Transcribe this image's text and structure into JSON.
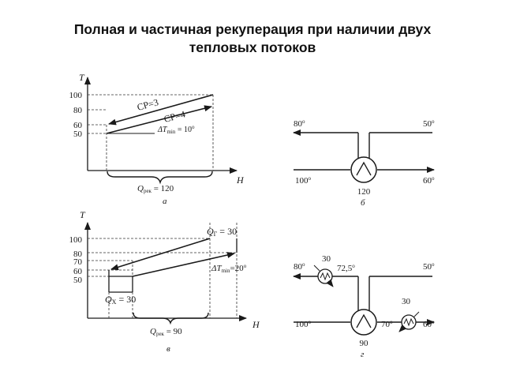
{
  "title": {
    "line1": "Полная и частичная рекуперация при наличии двух",
    "line2": "тепловых потоков"
  },
  "panel_a": {
    "y_axis": "T",
    "x_axis": "H",
    "ticks": [
      "100",
      "80",
      "60",
      "50"
    ],
    "cp_hot": "CP=3",
    "cp_cold": "CP=4",
    "dtmin": "ΔT",
    "dtmin_sub": "min",
    "dtmin_val": " = 10",
    "deg": "о",
    "q_label": "Q",
    "q_sub": "рек",
    "q_val": " = 120",
    "panel_letter": "а"
  },
  "panel_b": {
    "hot_in": "100",
    "hot_out": "80",
    "cold_in": "50",
    "cold_out": "60",
    "deg": "о",
    "exchanger_duty": "120",
    "panel_letter": "б"
  },
  "panel_c": {
    "y_axis": "T",
    "x_axis": "H",
    "ticks": [
      "100",
      "80",
      "70",
      "60",
      "50"
    ],
    "qg_label": "Q",
    "qg_sub": "Г",
    "qg_val": " = 30",
    "dtmin": "ΔT",
    "dtmin_sub": "min",
    "dtmin_val": "=20",
    "deg": "о",
    "qx_label": "Q",
    "qx_sub": "Х",
    "qx_val": " = 30",
    "q_label": "Q",
    "q_sub": "рек",
    "q_val": " = 90",
    "panel_letter": "в"
  },
  "panel_d": {
    "hot_in": "100",
    "hot_out": "80",
    "cold_in": "50",
    "cold_out": "60",
    "deg": "о",
    "cooler_duty": "30",
    "intermediate_temp": "72,5",
    "heater_duty": "30",
    "cold_intermediate": "70",
    "exchanger_duty": "90",
    "panel_letter": "г"
  }
}
